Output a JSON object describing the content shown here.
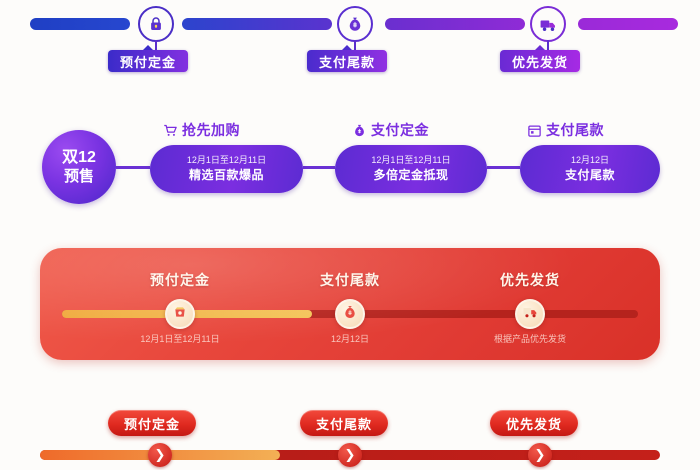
{
  "row1": {
    "name": "purple-step-timeline",
    "steps": [
      {
        "label": "预付定金",
        "icon": "lock-coin-icon"
      },
      {
        "label": "支付尾款",
        "icon": "money-bag-icon"
      },
      {
        "label": "优先发货",
        "icon": "delivery-truck-icon"
      }
    ],
    "colors": {
      "start": "#1f3fc4",
      "mid": "#5a33cf",
      "end": "#a82ade"
    }
  },
  "row2": {
    "name": "double12-presale-flow",
    "badge": {
      "line1": "双12",
      "line2": "预售"
    },
    "cards": [
      {
        "heading": "抢先加购",
        "icon": "shopping-cart-icon",
        "date": "12月1日至12月11日",
        "desc": "精选百款爆品"
      },
      {
        "heading": "支付定金",
        "icon": "money-bag-icon",
        "date": "12月1日至12月11日",
        "desc": "多倍定金抵现"
      },
      {
        "heading": "支付尾款",
        "icon": "calendar-icon",
        "date": "12月12日",
        "desc": "支付尾款"
      }
    ],
    "colors": {
      "purple": "#7b2ee0",
      "deep": "#4b27c9"
    }
  },
  "row3": {
    "name": "red-progress-banner",
    "steps": [
      {
        "title": "预付定金",
        "icon": "coin-pouch-icon",
        "sub": "12月1日至12月11日"
      },
      {
        "title": "支付尾款",
        "icon": "money-bag-icon",
        "sub": "12月12日"
      },
      {
        "title": "优先发货",
        "icon": "delivery-truck-icon",
        "sub": "根据产品优先发货"
      }
    ],
    "colors": {
      "banner_start": "#f05a4a",
      "banner_end": "#d93128",
      "fill": "#f3c457"
    }
  },
  "row4": {
    "name": "red-button-progress-row",
    "buttons": [
      {
        "label": "预付定金"
      },
      {
        "label": "支付尾款"
      },
      {
        "label": "优先发货"
      }
    ],
    "arrow_glyph": "❯",
    "colors": {
      "button": "#e02a20",
      "fill_start": "#ef6a2a",
      "fill_end": "#f3b055",
      "base": "#b01b16"
    }
  }
}
